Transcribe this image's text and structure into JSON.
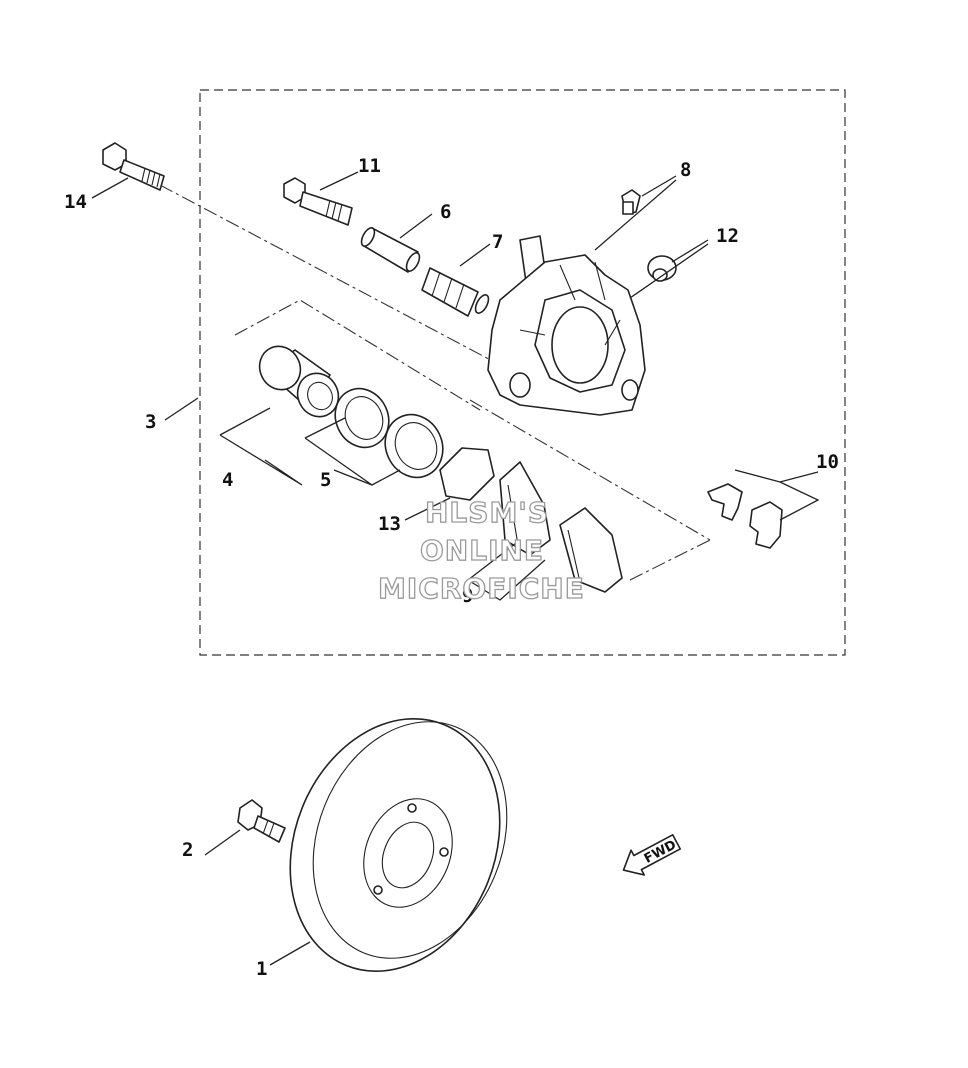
{
  "callouts": {
    "c1": "1",
    "c2": "2",
    "c3": "3",
    "c4": "4",
    "c5": "5",
    "c6": "6",
    "c7": "7",
    "c8": "8",
    "c9": "9",
    "c10": "10",
    "c11": "11",
    "c12": "12",
    "c13": "13",
    "c14": "14"
  },
  "watermark": {
    "line1": "HLSM'S",
    "line2": "ONLINE",
    "line3": "MICROFICHE"
  },
  "fwd_arrow": {
    "label": "FWD"
  }
}
